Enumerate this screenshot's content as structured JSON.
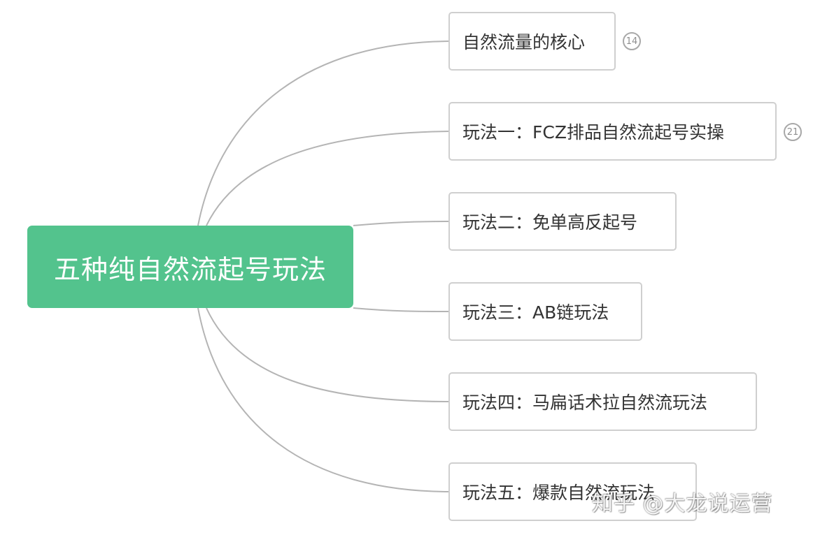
{
  "mindmap": {
    "root": {
      "label": "五种纯自然流起号玩法"
    },
    "branches": [
      {
        "label": "自然流量的核心",
        "collapsed_count": "14"
      },
      {
        "label": "玩法一：FCZ排品自然流起号实操",
        "collapsed_count": "21"
      },
      {
        "label": "玩法二：免单高反起号"
      },
      {
        "label": "玩法三：AB链玩法"
      },
      {
        "label": "玩法四：马扁话术拉自然流玩法"
      },
      {
        "label": "玩法五：爆款自然流玩法"
      }
    ]
  },
  "colors": {
    "root_fill": "#53c38d",
    "connector": "#b4b4b4",
    "branch_border": "#cfcfcf",
    "text": "#333333"
  },
  "watermark": {
    "text": "知乎 @大龙说运营"
  }
}
